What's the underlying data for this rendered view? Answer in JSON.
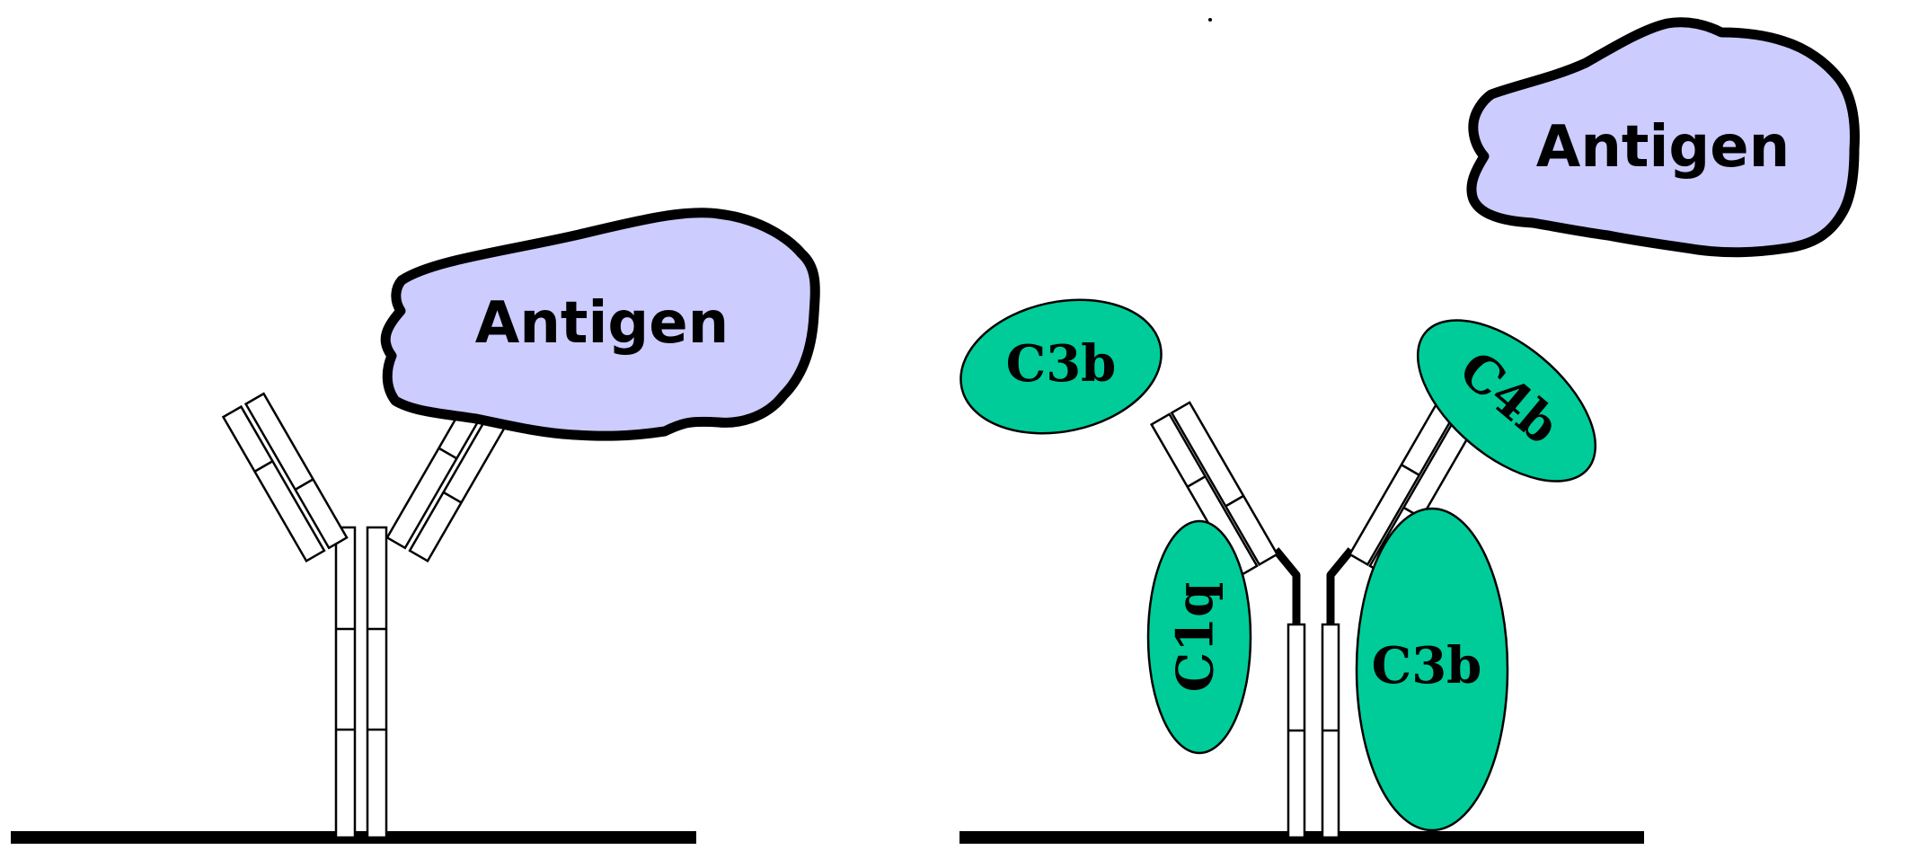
{
  "left_panel": {
    "antigen_label": "Antigen"
  },
  "right_panel": {
    "antigen_label": "Antigen",
    "components": {
      "c3b_upper": "C3b",
      "c4b": "C4b",
      "c1q": "C1q",
      "c3b_lower": "C3b"
    }
  },
  "colors": {
    "antigen_fill": "#ccccff",
    "complement_fill": "#00cc99",
    "outline": "#000000",
    "background": "#ffffff"
  }
}
